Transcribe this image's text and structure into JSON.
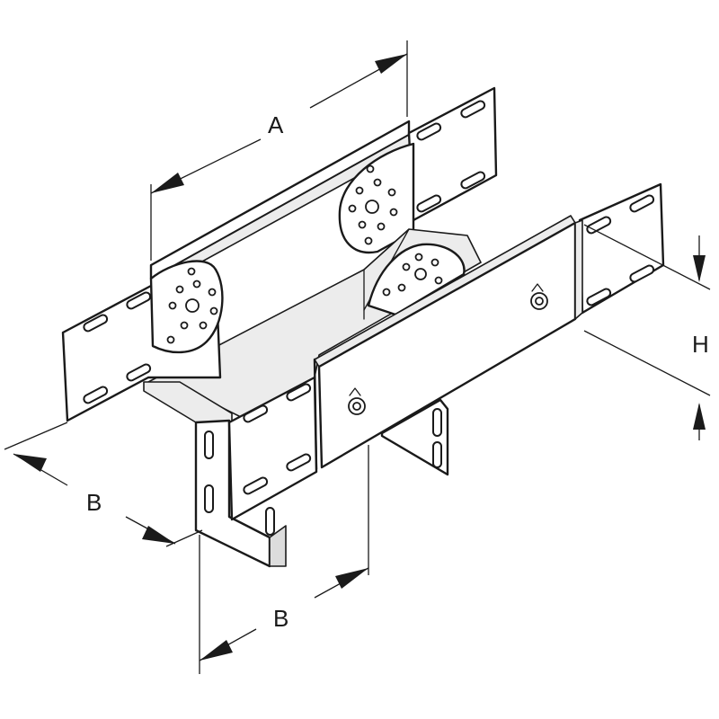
{
  "dimensions": {
    "a_label": "A",
    "b_left_label": "B",
    "b_bottom_label": "B",
    "h_label": "H"
  },
  "colors": {
    "line": "#1a1a1a",
    "background": "#ffffff",
    "shade": "#ececec"
  }
}
